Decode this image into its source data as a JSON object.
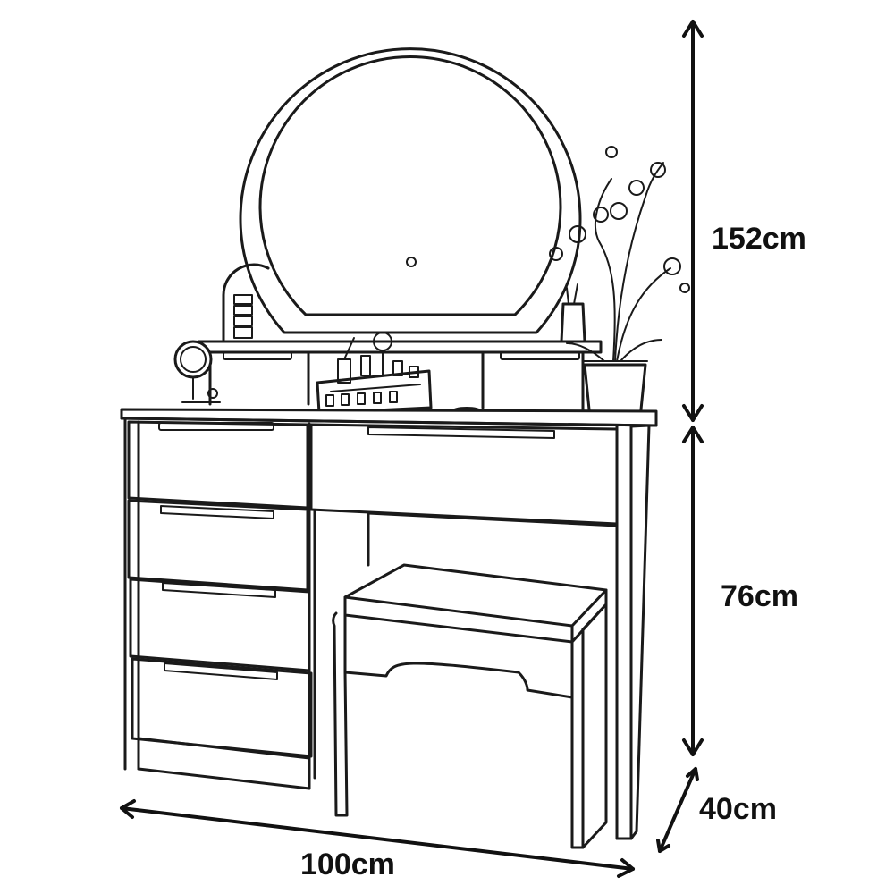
{
  "dimensions": {
    "total_height": "152cm",
    "table_height": "76cm",
    "depth": "40cm",
    "width": "100cm"
  },
  "colors": {
    "line": "#1a1a1a",
    "background": "#ffffff"
  }
}
